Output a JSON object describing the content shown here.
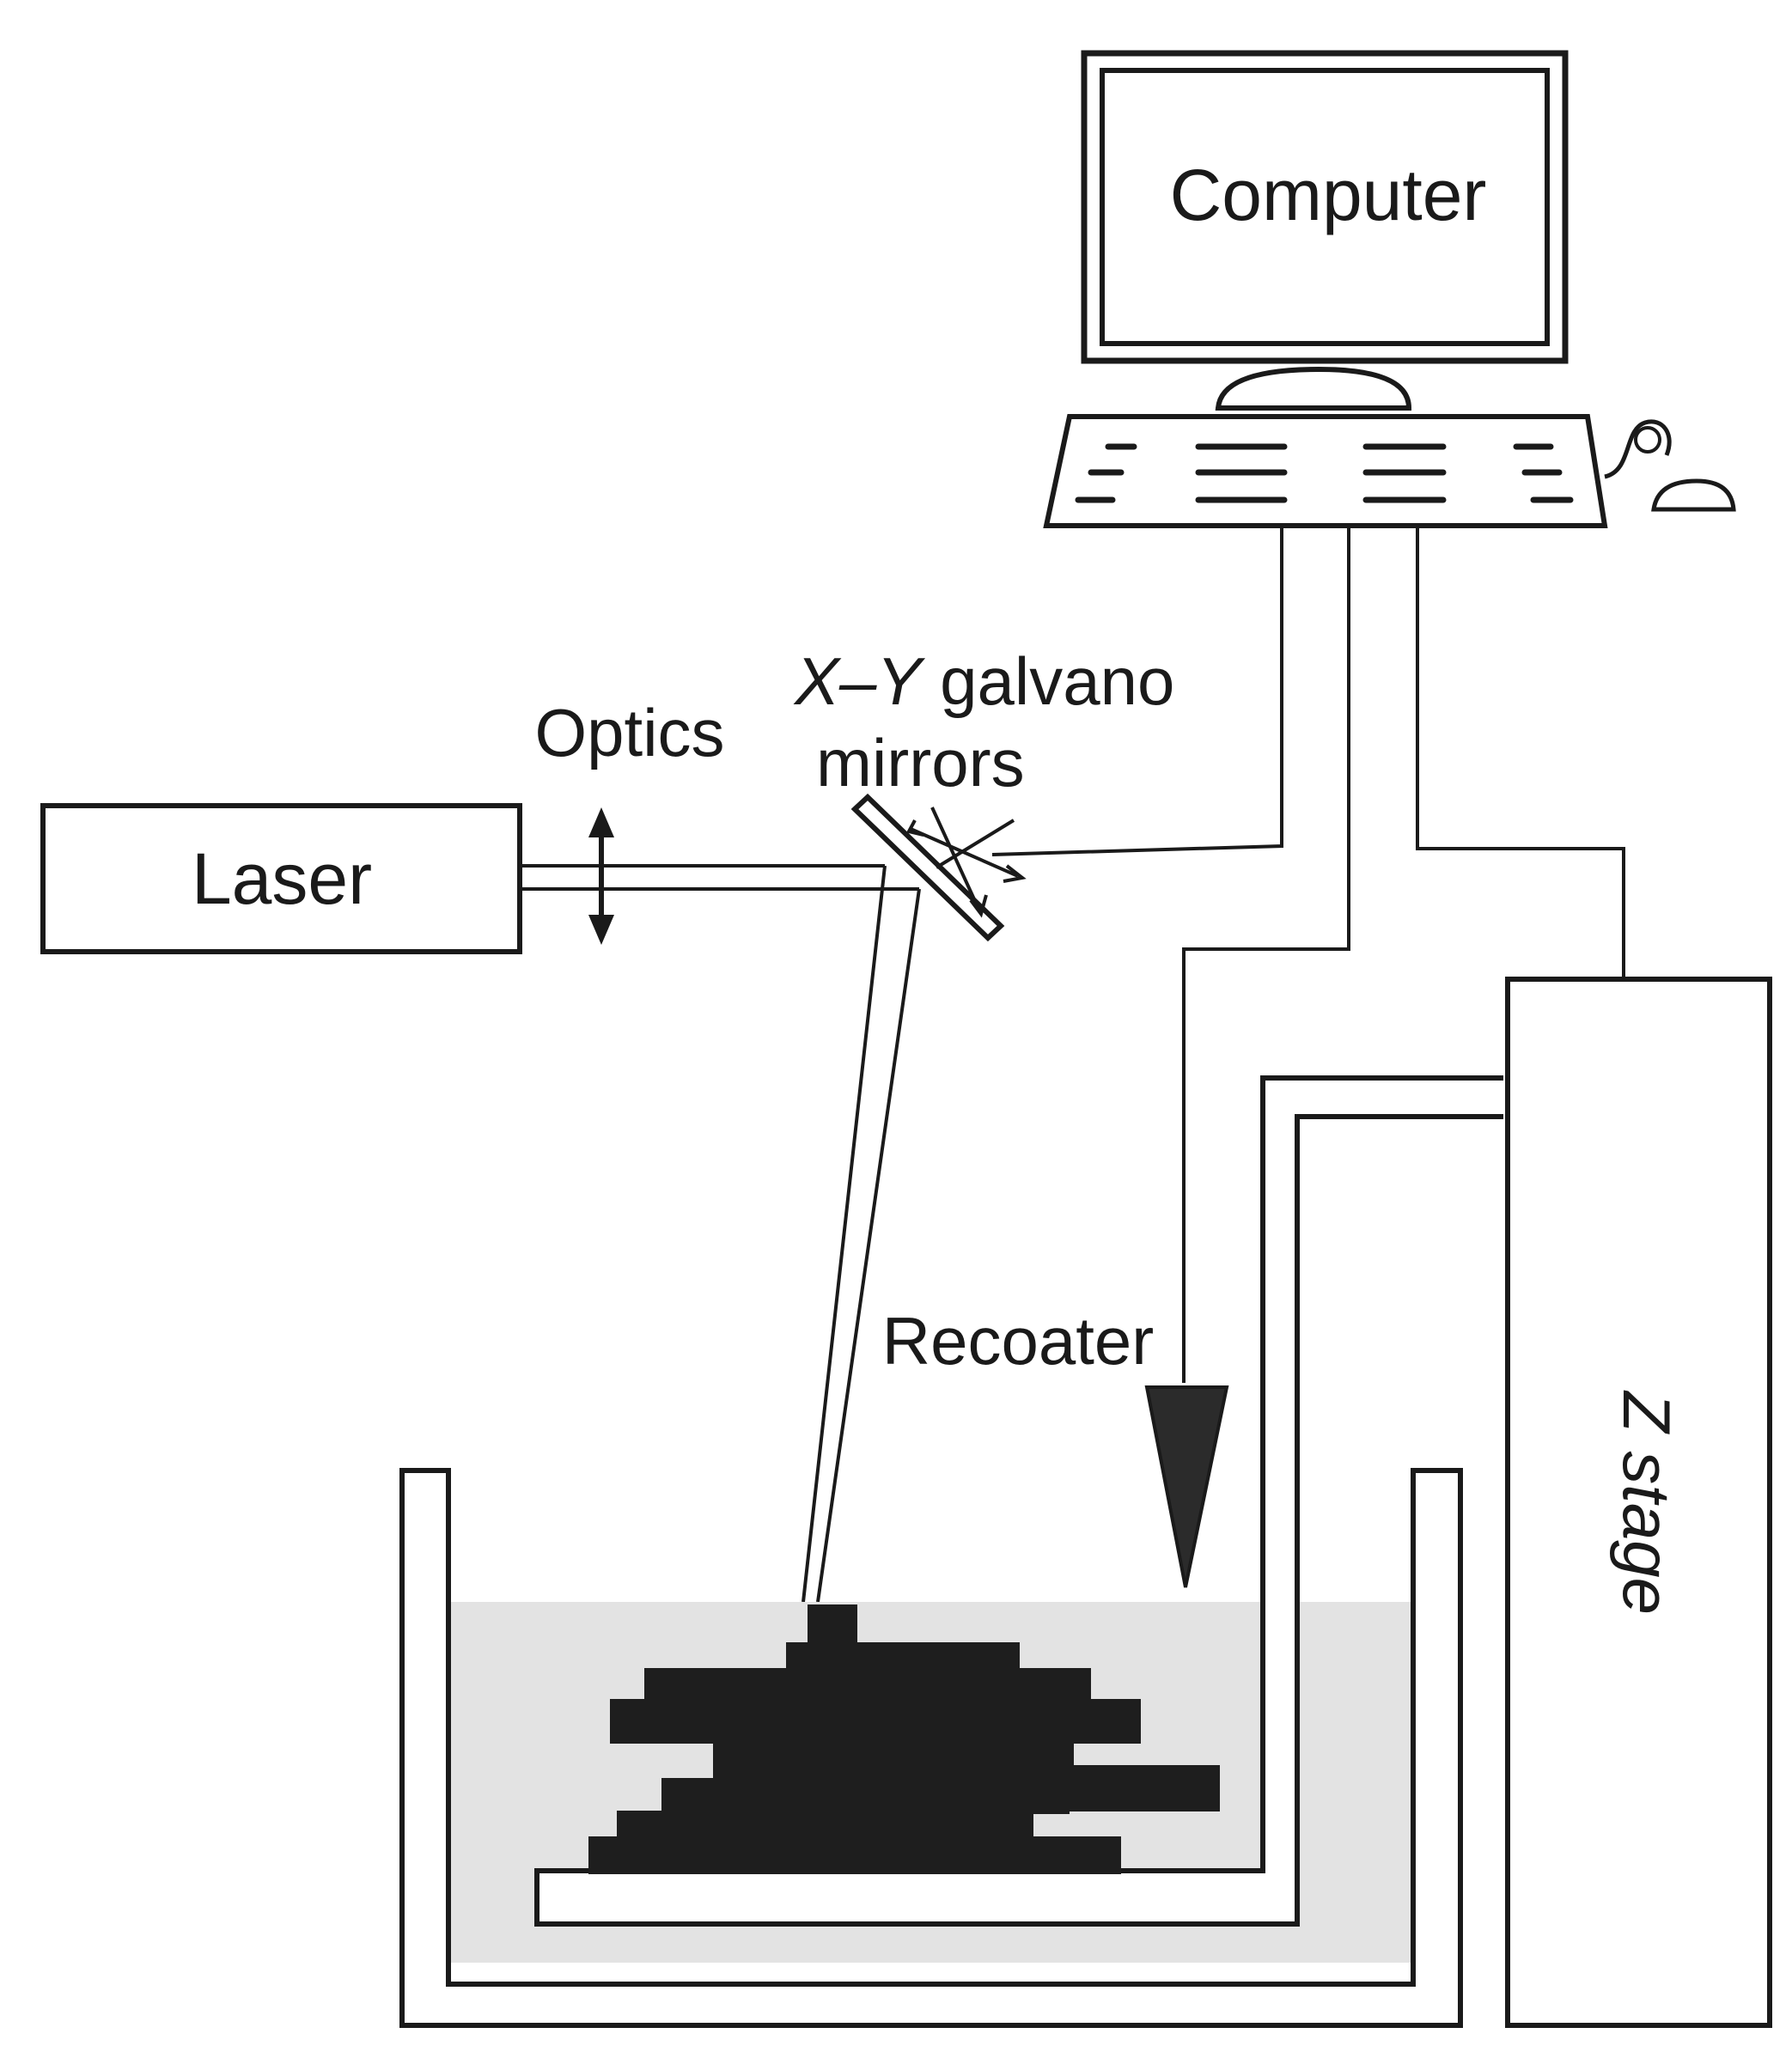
{
  "labels": {
    "computer": "Computer",
    "laser": "Laser",
    "optics": "Optics",
    "mirrors_italic": "X–Y",
    "mirrors_line1_rest": " galvano",
    "mirrors_line2": "mirrors",
    "recoater": "Recoater",
    "z_stage": "Z stage"
  },
  "icons": {
    "monitor": "monitor-icon",
    "keyboard": "keyboard-icon",
    "mouse": "mouse-icon"
  },
  "colors": {
    "line": "#1a1a1a",
    "resin": "#e3e3e3",
    "part": "#1e1e1e",
    "background": "#ffffff"
  }
}
